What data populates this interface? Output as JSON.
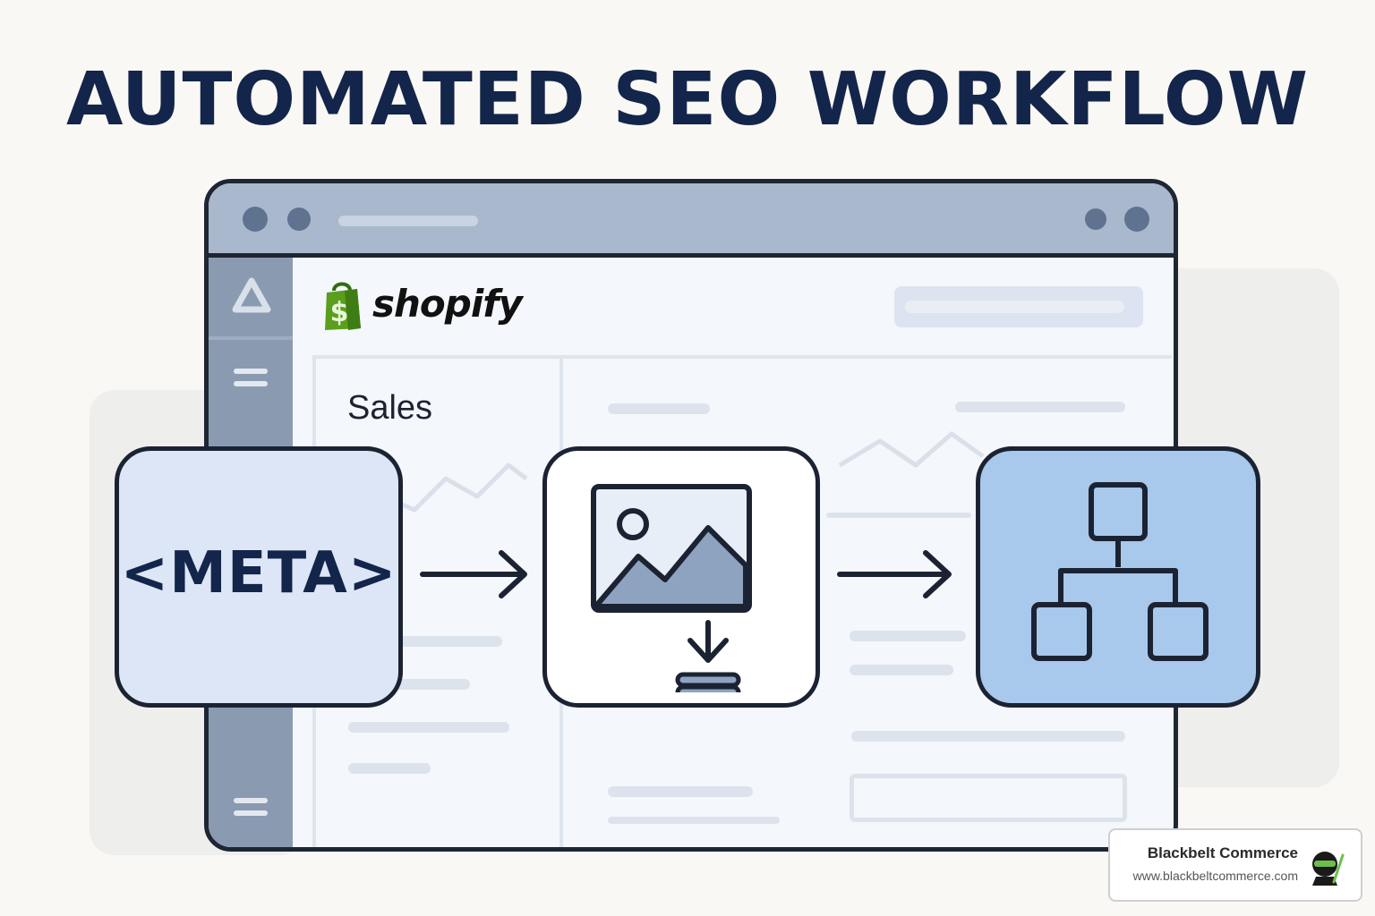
{
  "title": "AUTOMATED SEO WORKFLOW",
  "browser": {
    "brand": "shopify",
    "brand_icon": "shopify-bag-icon",
    "sidebar_section": "Sales"
  },
  "steps": [
    {
      "label": "<META>",
      "icon": "meta-tag"
    },
    {
      "label": "",
      "icon": "image-compress-icon"
    },
    {
      "label": "",
      "icon": "sitemap-icon"
    }
  ],
  "badge": {
    "name": "Blackbelt Commerce",
    "url": "www.blackbeltcommerce.com",
    "icon": "ninja-logo-icon"
  },
  "colors": {
    "title": "#13254a",
    "outline": "#1b2333",
    "step1_fill": "#dce6f6",
    "step2_fill": "#ffffff",
    "step3_fill": "#a8c8ec",
    "titlebar": "#a9b8cc",
    "sidebar": "#8a9ab1",
    "shopify_green": "#5a9e1e"
  }
}
